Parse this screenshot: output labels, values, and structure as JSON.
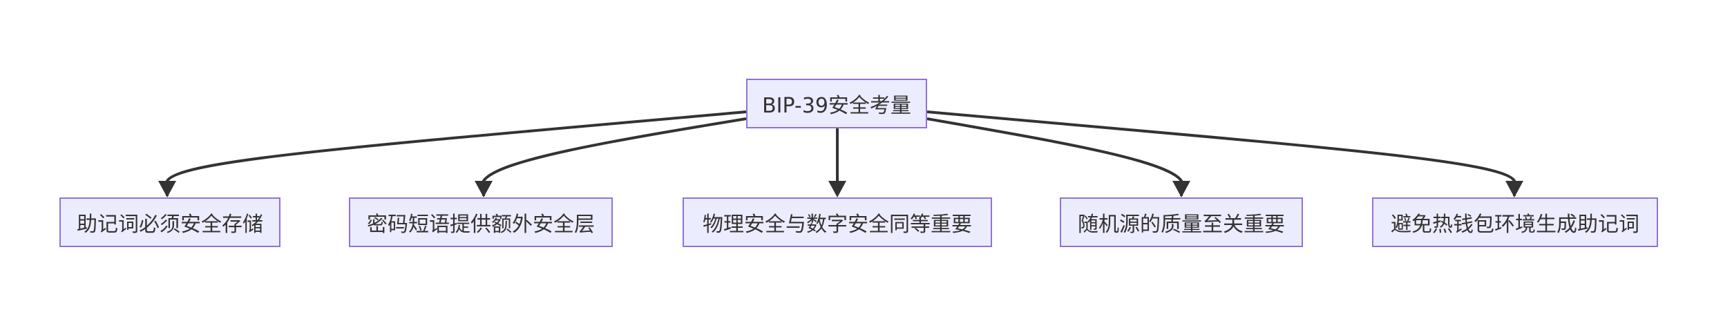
{
  "diagram": {
    "root": {
      "label": "BIP-39安全考量"
    },
    "children": [
      {
        "label": "助记词必须安全存储"
      },
      {
        "label": "密码短语提供额外安全层"
      },
      {
        "label": "物理安全与数字安全同等重要"
      },
      {
        "label": "随机源的质量至关重要"
      },
      {
        "label": "避免热钱包环境生成助记词"
      }
    ],
    "colors": {
      "node_fill": "#ececff",
      "node_border": "#9370db",
      "edge": "#333333",
      "text": "#333333"
    }
  }
}
